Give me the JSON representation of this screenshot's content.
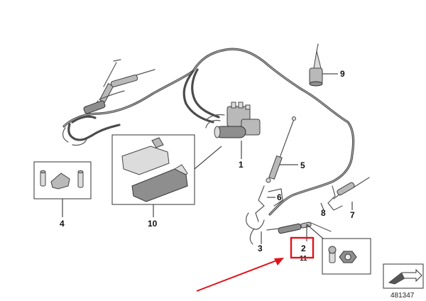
{
  "callouts": {
    "n1": "1",
    "n2": "2",
    "n3": "3",
    "n4": "4",
    "n5": "5",
    "n6": "6",
    "n7": "7",
    "n8": "8",
    "n9": "9",
    "n10": "10",
    "n11": "11"
  },
  "diagram_code": "481347",
  "colors": {
    "highlight": "#e0121a",
    "line": "#333333",
    "part_fill": "#b9b9b9"
  },
  "icons": {
    "badge": "arrow-wedge-icon"
  }
}
